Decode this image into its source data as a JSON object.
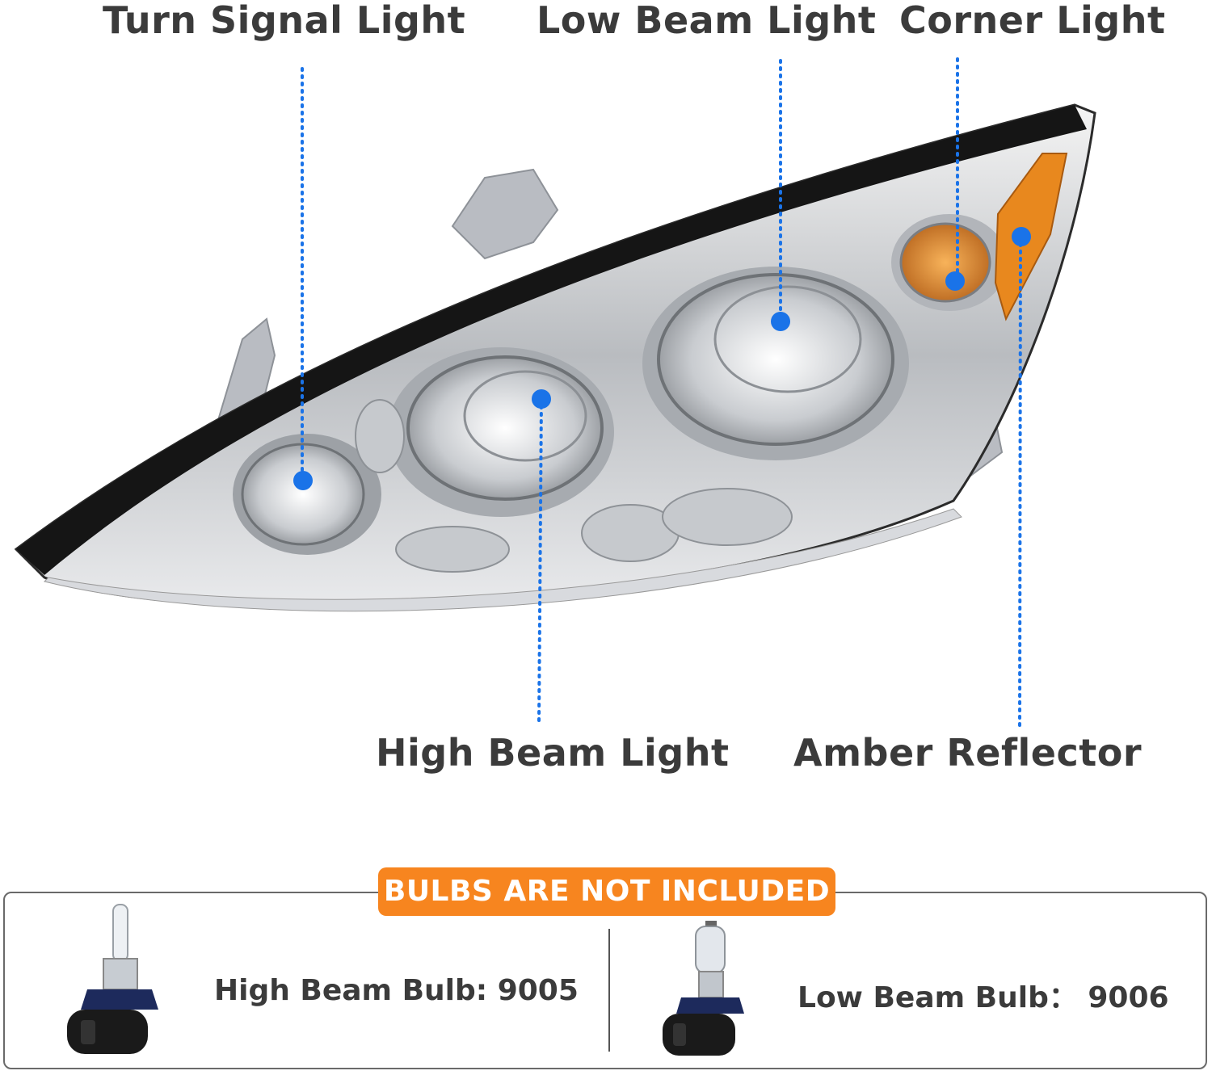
{
  "callouts": {
    "turn_signal": "Turn Signal Light",
    "low_beam": "Low Beam Light",
    "corner": "Corner Light",
    "high_beam": "High Beam Light",
    "amber_reflector": "Amber Reflector"
  },
  "notice": {
    "banner": "BULBS ARE NOT INCLUDED",
    "high_beam_bulb": "High Beam Bulb: 9005",
    "low_beam_bulb": "Low Beam Bulb：  9006"
  },
  "colors": {
    "callout_dot": "#1a73e8",
    "banner": "#f7851f",
    "amber": "#e8881e"
  }
}
